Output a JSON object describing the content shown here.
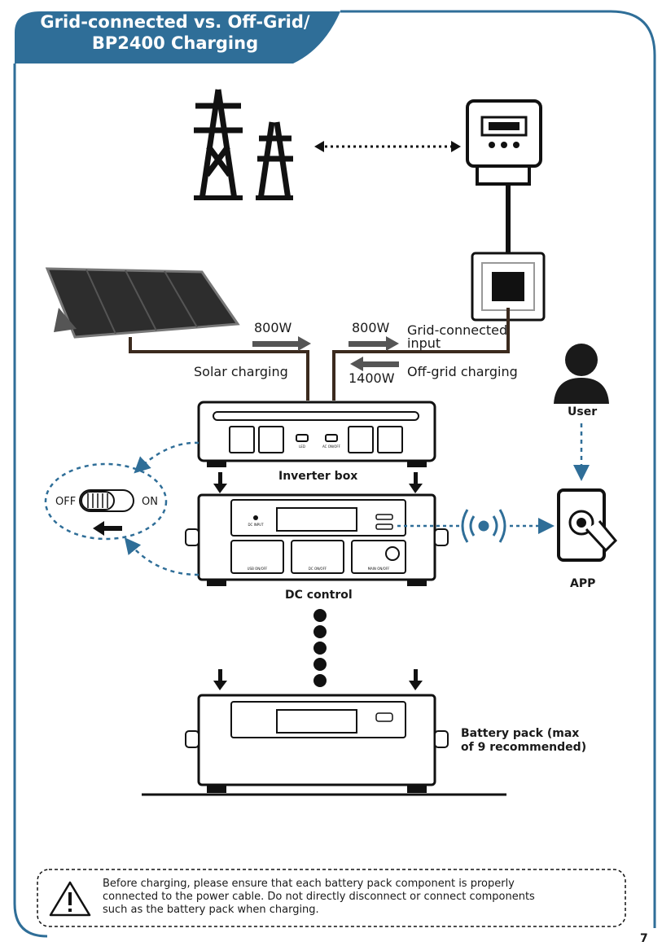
{
  "title": {
    "line1": "Grid-connected vs. Off-Grid/",
    "line2": "BP2400 Charging"
  },
  "labels": {
    "solar_power": "800W",
    "solar_charging": "Solar charging",
    "grid_power_in": "800W",
    "grid_connected_1": "Grid-connected",
    "grid_connected_2": "input",
    "grid_power_out": "1400W",
    "off_grid_charging": "Off-grid charging",
    "user": "User",
    "inverter_box": "Inverter box",
    "switch_off": "OFF",
    "switch_on": "ON",
    "app": "APP",
    "dc_control": "DC control",
    "battery_pack_1": "Battery pack (max",
    "battery_pack_2": "of 9 recommended)"
  },
  "device_labels": {
    "inverter_led": "LED",
    "inverter_ac": "AC ON/OFF",
    "dc_input": "DC INPUT",
    "dc_usb": "USB ON/OFF",
    "dc_dc": "DC ON/OFF",
    "dc_main": "MAIN ON/OFF"
  },
  "warning": {
    "line1": "Before charging, please ensure that each battery pack component is properly",
    "line2": "connected to the power cable. Do not directly disconnect or connect components",
    "line3": "such as the battery pack when charging."
  },
  "page_number": "7",
  "colors": {
    "accent": "#2f6e98",
    "dark": "#1a1a1a",
    "cable": "#3b2a1e"
  }
}
